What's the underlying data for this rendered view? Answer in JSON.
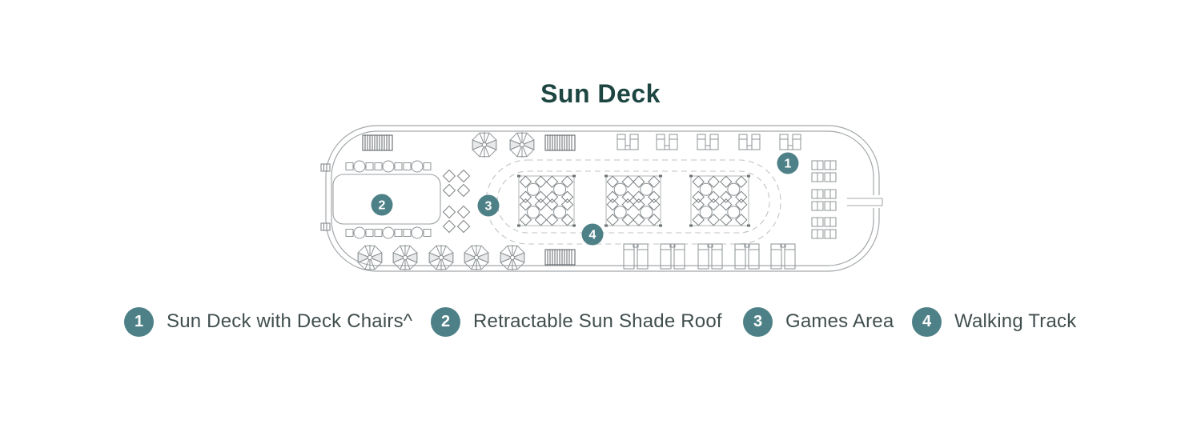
{
  "title": "Sun Deck",
  "colors": {
    "badge_teal": "#4e8187",
    "title_teal": "#1d4642",
    "legend_text": "#414e4e",
    "plan_line_gray": "#a3a7aa",
    "furniture_gray": "#8e9396",
    "stairs_dark_gray": "#565b5e"
  },
  "plan": {
    "name": "sun-deck-floor-plan",
    "badges": [
      {
        "number": "1"
      },
      {
        "number": "2"
      },
      {
        "number": "3"
      },
      {
        "number": "4"
      }
    ],
    "icons": [
      "stairs-icon",
      "umbrella-icon",
      "table-with-chairs-icon",
      "games-tables-icon",
      "seating-cluster-icon",
      "deck-chair-pair-icon",
      "lounger-pair-icon",
      "stern-lounger-group-icon",
      "walking-track-outline",
      "retractable-roof-outline",
      "hull-outline",
      "gangway-notch",
      "mooring-cleat-icon"
    ]
  },
  "legend": {
    "items": [
      {
        "number": "1",
        "label": "Sun Deck with Deck Chairs^"
      },
      {
        "number": "2",
        "label": "Retractable Sun Shade Roof"
      },
      {
        "number": "3",
        "label": "Games Area"
      },
      {
        "number": "4",
        "label": "Walking Track"
      }
    ]
  }
}
